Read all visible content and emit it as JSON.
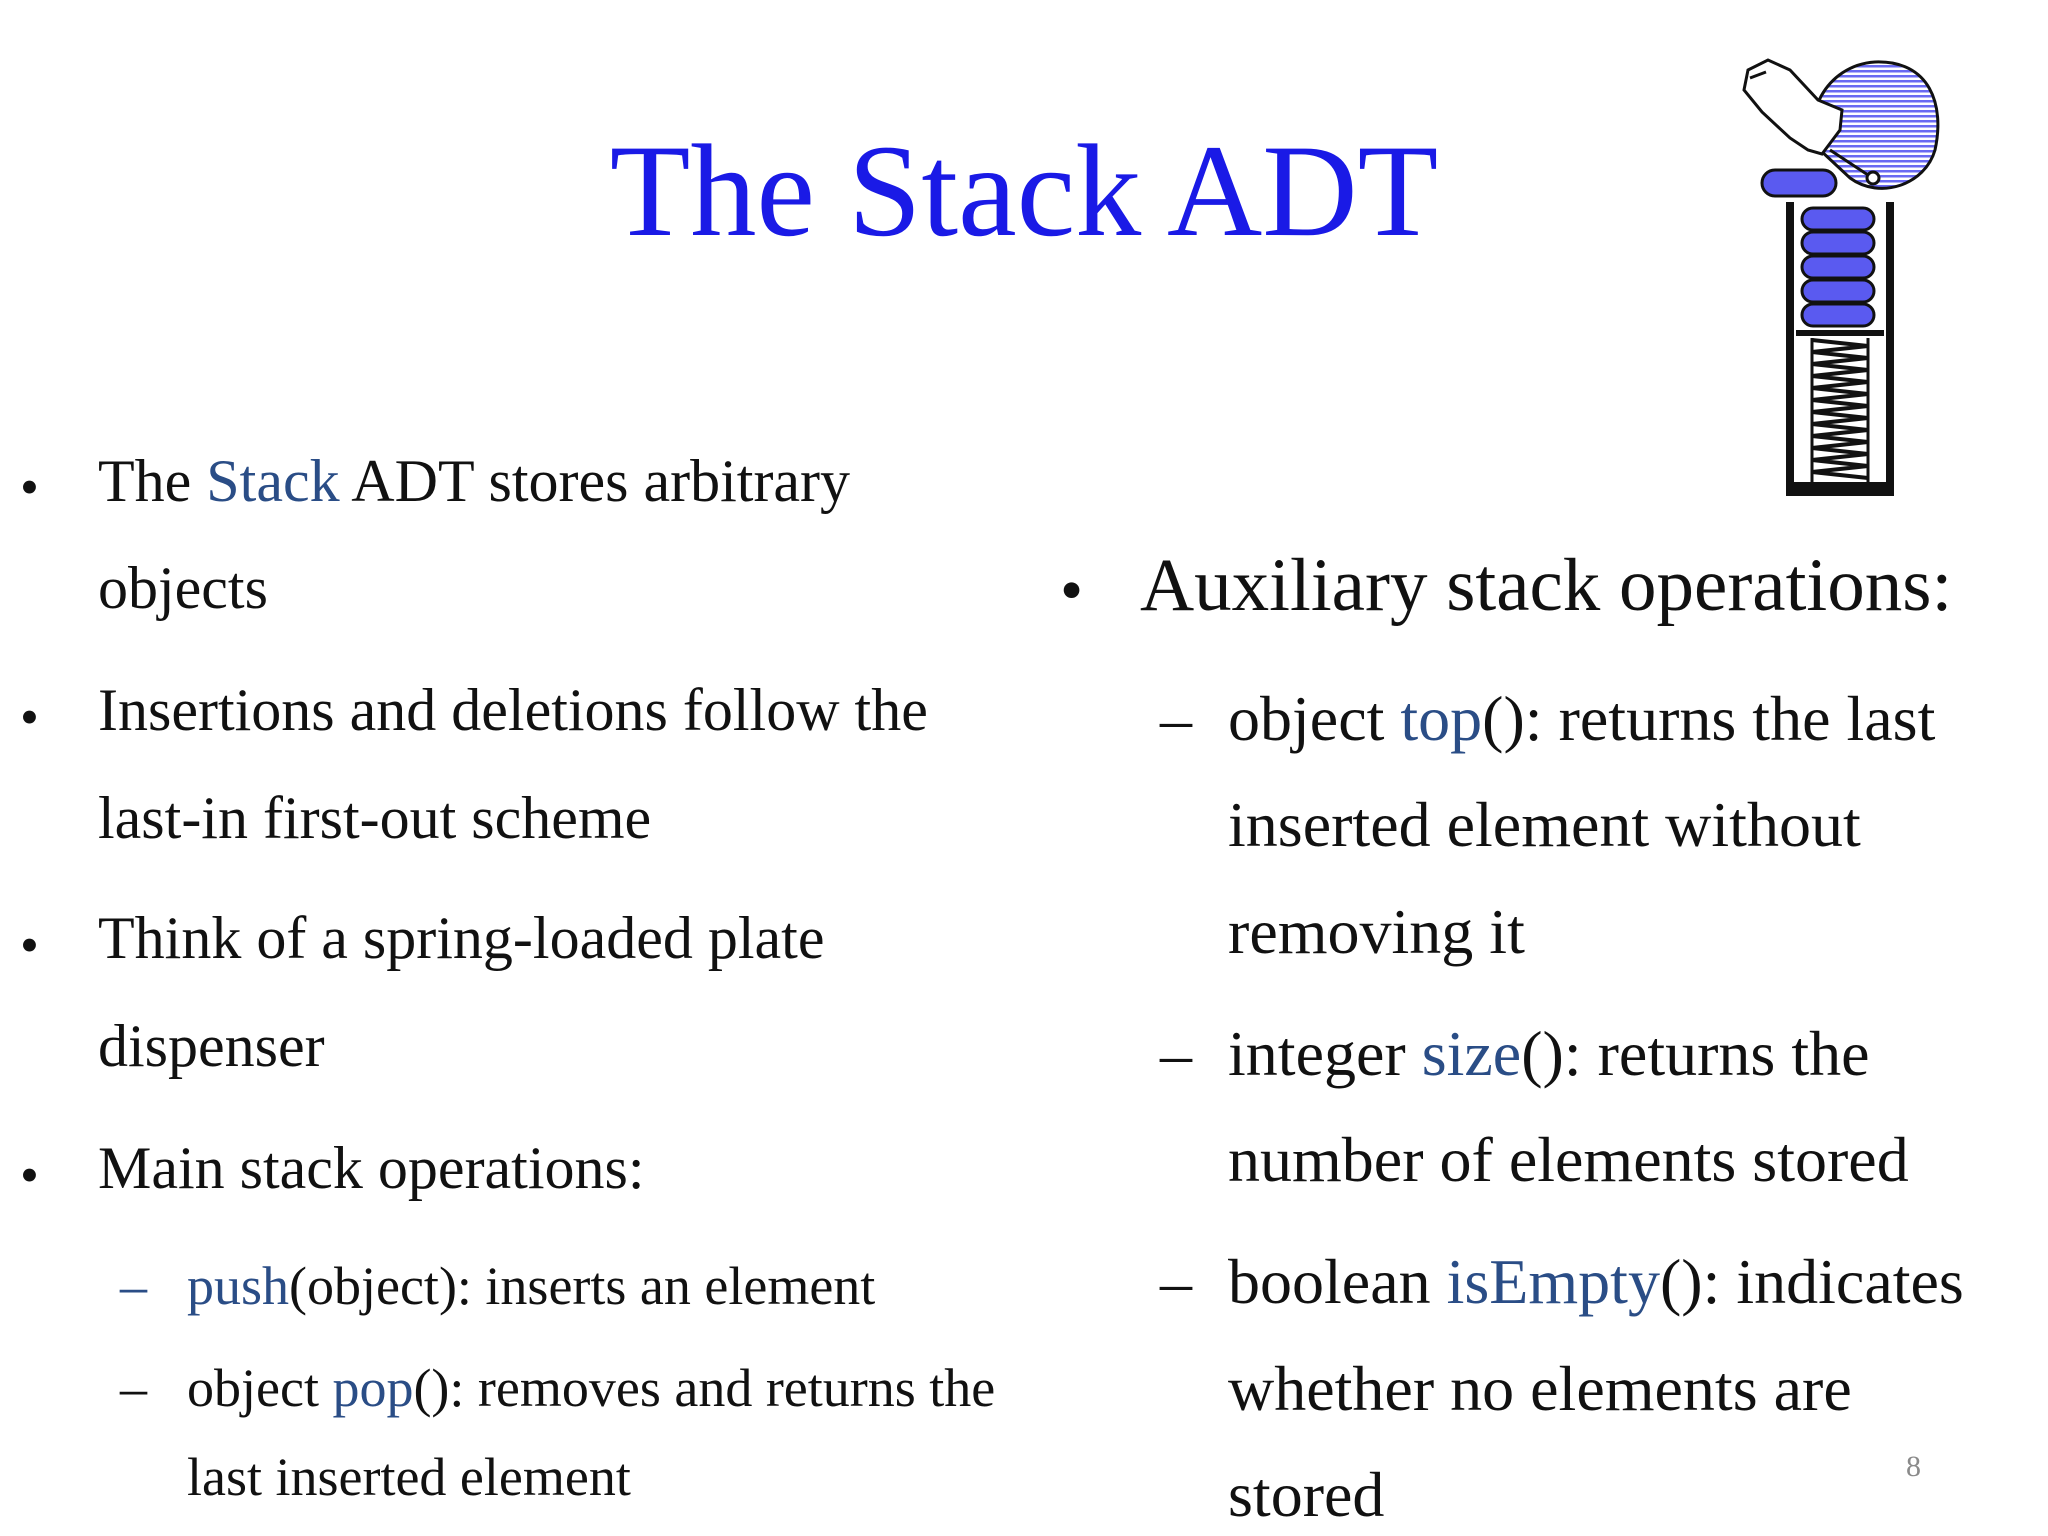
{
  "slide": {
    "title": "The Stack ADT",
    "page_number": "8",
    "left": {
      "bullets": [
        {
          "lines": [
            {
              "pre": "The ",
              "hl": "Stack",
              "post": " ADT stores arbitrary"
            },
            {
              "pre": "objects",
              "hl": "",
              "post": ""
            }
          ]
        },
        {
          "lines": [
            {
              "pre": "Insertions and deletions follow the",
              "hl": "",
              "post": ""
            },
            {
              "pre": "last-in first-out scheme",
              "hl": "",
              "post": ""
            }
          ]
        },
        {
          "lines": [
            {
              "pre": "Think of a spring-loaded plate",
              "hl": "",
              "post": ""
            },
            {
              "pre": "dispenser",
              "hl": "",
              "post": ""
            }
          ]
        },
        {
          "lines": [
            {
              "pre": "Main stack operations:",
              "hl": "",
              "post": ""
            }
          ]
        }
      ],
      "sub_items": [
        {
          "lines": [
            {
              "pre": "",
              "hl": "push",
              "post": "(object): inserts an element"
            }
          ]
        },
        {
          "lines": [
            {
              "pre": "object ",
              "hl": "pop",
              "post": "(): removes and returns the"
            },
            {
              "pre": "last inserted element",
              "hl": "",
              "post": ""
            }
          ]
        }
      ]
    },
    "right": {
      "heading": "Auxiliary stack operations:",
      "sub_items": [
        {
          "lines": [
            {
              "pre": "object ",
              "hl": "top",
              "post": "(): returns the last"
            },
            {
              "pre": "inserted element without",
              "hl": "",
              "post": ""
            },
            {
              "pre": "removing it",
              "hl": "",
              "post": ""
            }
          ]
        },
        {
          "lines": [
            {
              "pre": "integer ",
              "hl": "size",
              "post": "(): returns the"
            },
            {
              "pre": "number of elements stored",
              "hl": "",
              "post": ""
            }
          ]
        },
        {
          "lines": [
            {
              "pre": "boolean ",
              "hl": "isEmpty",
              "post": "(): indicates"
            },
            {
              "pre": "whether no elements are",
              "hl": "",
              "post": ""
            },
            {
              "pre": "stored",
              "hl": "",
              "post": ""
            }
          ]
        }
      ]
    },
    "symbols": {
      "bullet": "•",
      "dash": "–"
    },
    "illustration": {
      "icon": "spring-loaded-plate-dispenser-icon",
      "colors": {
        "plate": "#5a5af0",
        "hatch": "#7a7af5",
        "outline": "#111111"
      }
    },
    "colors": {
      "title": "#1a1ae6",
      "method_name": "#2a4d86",
      "body_text": "#111111",
      "page_number": "#8a8a8a"
    }
  }
}
